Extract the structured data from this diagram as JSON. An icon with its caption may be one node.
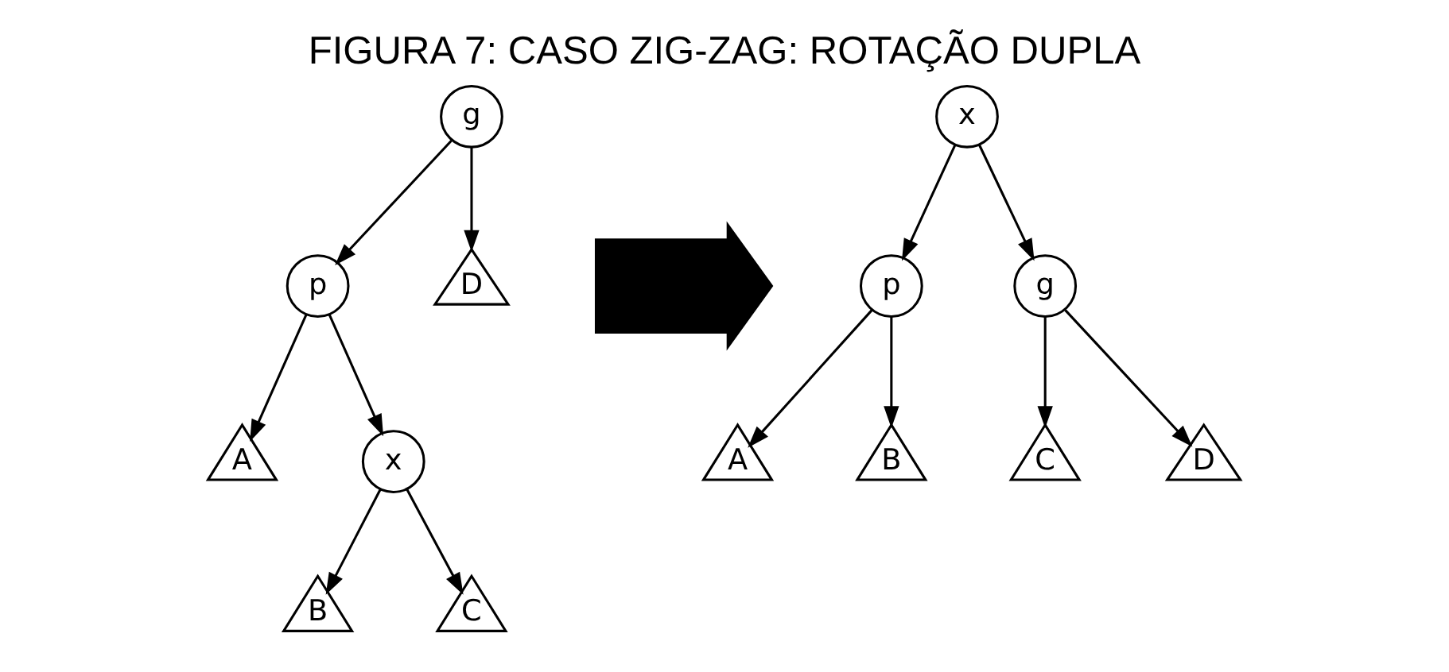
{
  "diagram": {
    "title": "FIGURA 7: CASO ZIG-ZAG: ROTAÇÃO DUPLA",
    "nodes": [
      {
        "text": [
          "g"
        ]
      },
      {
        "text": [
          "p"
        ]
      },
      {
        "text": [
          "D"
        ]
      },
      {
        "text": [
          "A"
        ]
      },
      {
        "text": [
          "x"
        ]
      },
      {
        "text": [
          "B"
        ]
      },
      {
        "text": [
          "C"
        ]
      },
      {
        "text": [],
        "shape": "arrow"
      },
      {
        "text": [
          "x"
        ]
      },
      {
        "text": [
          "p"
        ]
      },
      {
        "text": [
          "g"
        ]
      },
      {
        "text": [
          "A"
        ]
      },
      {
        "text": [
          "B"
        ]
      },
      {
        "text": [
          "C"
        ]
      },
      {
        "text": [
          "D"
        ]
      }
    ],
    "edges": [
      {
        "from": 0,
        "to": 1,
        "arrow": "to"
      },
      {
        "from": 0,
        "to": 2,
        "arrow": "to"
      },
      {
        "from": 1,
        "to": 3,
        "arrow": "to"
      },
      {
        "from": 1,
        "to": 4,
        "arrow": "to"
      },
      {
        "from": 4,
        "to": 5,
        "arrow": "to"
      },
      {
        "from": 4,
        "to": 6,
        "arrow": "to"
      },
      {
        "from": 8,
        "to": 9,
        "arrow": "to"
      },
      {
        "from": 8,
        "to": 10,
        "arrow": "to"
      },
      {
        "from": 9,
        "to": 11,
        "arrow": "to"
      },
      {
        "from": 9,
        "to": 12,
        "arrow": "to"
      },
      {
        "from": 10,
        "to": 13,
        "arrow": "to"
      },
      {
        "from": 10,
        "to": 14,
        "arrow": "to"
      }
    ]
  }
}
